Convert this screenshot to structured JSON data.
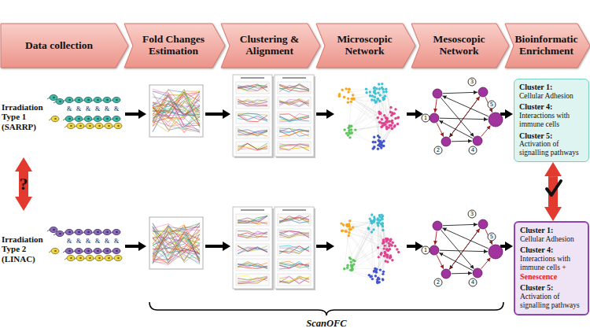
{
  "diagram": {
    "nodes": [
      {
        "text": [
          "Data collection"
        ]
      },
      {
        "text": [
          "Fold Changes Estimation"
        ]
      },
      {
        "text": [
          "Clustering & Alignment"
        ]
      },
      {
        "text": [
          "Microscopic Network"
        ]
      },
      {
        "text": [
          "Mesoscopic Network"
        ]
      },
      {
        "text": [
          "Bioinformatic Enrichment"
        ]
      },
      {
        "text": [
          "Irradiation Type 1 (SARRP)"
        ]
      },
      {
        "text": [
          "Cluster 1:",
          "Cellular Adhesion",
          "Cluster 4:",
          "Interactions with immune cells",
          "Cluster 5:",
          "Activation of signalling pathways"
        ]
      },
      {
        "text": [
          "Irradiation Type 2 (LINAC)"
        ]
      },
      {
        "text": [
          "Cluster 1:",
          "Cellular Adhesion",
          "Cluster 4:",
          "Interactions with immune cells +",
          "Senescence",
          "Cluster 5:",
          "Activation of signalling pathways"
        ]
      }
    ],
    "edges": [
      {
        "from": 6,
        "to": 8,
        "arrow": "both",
        "label": "?"
      },
      {
        "from": 7,
        "to": 9,
        "arrow": "both"
      }
    ],
    "labels": [
      "&",
      "&",
      "&",
      "&",
      "&",
      "&",
      "&",
      "&",
      "&",
      "&",
      "&",
      "&",
      "1",
      "2",
      "3",
      "4",
      "5",
      "1",
      "2",
      "3",
      "4",
      "5",
      "ScanOFC"
    ]
  }
}
